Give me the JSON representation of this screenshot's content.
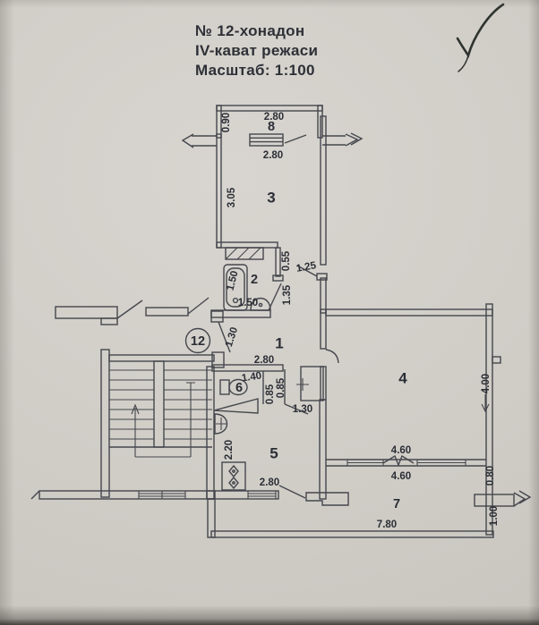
{
  "title": {
    "line1": "№ 12-хонадон",
    "line2": "IV-кават режаси",
    "line3": "Масштаб: 1:100"
  },
  "apartment": {
    "badge": "12"
  },
  "rooms": {
    "r1": "1",
    "r2": "2",
    "r3": "3",
    "r4": "4",
    "r5": "5",
    "r6": "6",
    "r7": "7",
    "r8": "8"
  },
  "dims": {
    "balcony8_width": "2.80",
    "balcony8_depth": "0.90",
    "room3_window": "2.80",
    "room3_depth": "3.05",
    "duct_width": "0.55",
    "bath_door": "1.25",
    "bath_side": "1.35",
    "tub_length": "1.50",
    "basin_width": "1.50",
    "entry_door": "1.30",
    "hall_width": "2.80",
    "wc_width": "1.40",
    "closet_a": "0.85",
    "closet_b": "0.85",
    "kitchen_door": "1.30",
    "kitchen_depth": "2.20",
    "kitchen_window": "2.80",
    "room4_depth": "4.00",
    "room4_window_top": "4.60",
    "room4_window_bottom": "4.60",
    "loggia_step": "0.80",
    "loggia_depth": "1.00",
    "loggia_width": "7.80"
  },
  "colors": {
    "paper": "#d1cec8",
    "line": "#45474d",
    "ink": "#2f332f"
  }
}
